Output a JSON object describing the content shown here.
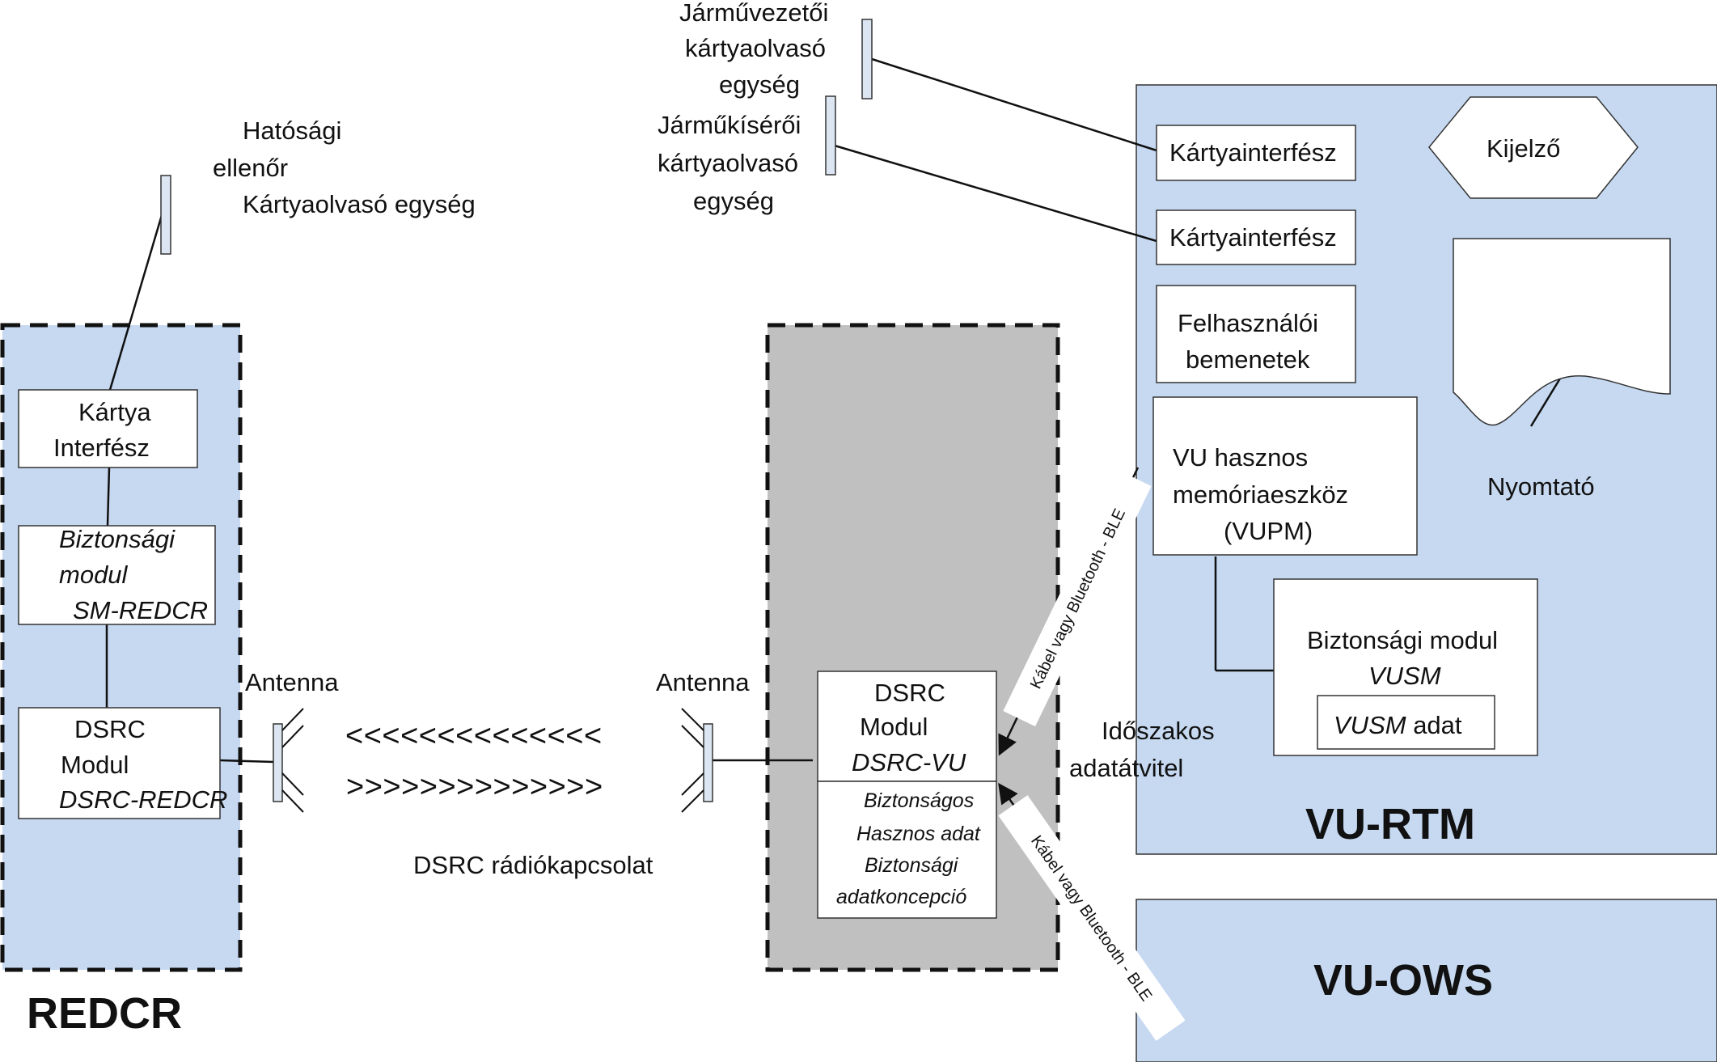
{
  "colors": {
    "panel_blue": "#c6d9f1",
    "panel_gray": "#c0c0c0",
    "line": "#111111",
    "box_fill": "#ffffff"
  },
  "labels": {
    "authority_lines": [
      "Hatósági",
      "ellenőr",
      "Kártyaolvasó egység"
    ],
    "driver_reader_lines": [
      "Járművezetői",
      "kártyaolvasó",
      "egység"
    ],
    "codriver_reader_lines": [
      "Járműkísérői",
      "kártyaolvasó",
      "egység"
    ],
    "antenna_left": "Antenna",
    "antenna_right": "Antenna",
    "arrows_left": "<<<<<<<<<<<<<<",
    "arrows_right": ">>>>>>>>>>>>>>",
    "dsrc_link": "DSRC rádiókapcsolat",
    "periodic_transfer_lines": [
      "Időszakos",
      "adatátvitel"
    ],
    "cable_upper": "Kábel vagy Bluetooth - BLE",
    "cable_lower": "Kábel vagy Bluetooth - BLE"
  },
  "redcr": {
    "title": "REDCR",
    "card_interface_lines": [
      "Kártya",
      "Interfész"
    ],
    "security_module_lines": [
      "Biztonsági",
      "modul",
      "SM-REDCR"
    ],
    "dsrc_module_lines": [
      "DSRC",
      "Modul",
      "DSRC-REDCR"
    ]
  },
  "vu_dsrc": {
    "module_lines": [
      "DSRC",
      "Modul",
      "DSRC-VU"
    ],
    "payload_lines": [
      "Biztonságos",
      "Hasznos adat",
      "Biztonsági",
      "adatkoncepció"
    ]
  },
  "vu_rtm": {
    "title": "VU-RTM",
    "card_interface_1": "Kártyainterfész",
    "card_interface_2": "Kártyainterfész",
    "display": "Kijelző",
    "user_inputs_lines": [
      "Felhasználói",
      "bemenetek"
    ],
    "printer": "Nyomtató",
    "vupm_lines": [
      "VU hasznos",
      "memóriaeszköz",
      "(VUPM)"
    ],
    "vusm_lines": [
      "Biztonsági modul",
      "VUSM"
    ],
    "vusm_data_italic": "VUSM",
    "vusm_data_rest": " adat"
  },
  "vu_ows": {
    "title": "VU-OWS"
  }
}
